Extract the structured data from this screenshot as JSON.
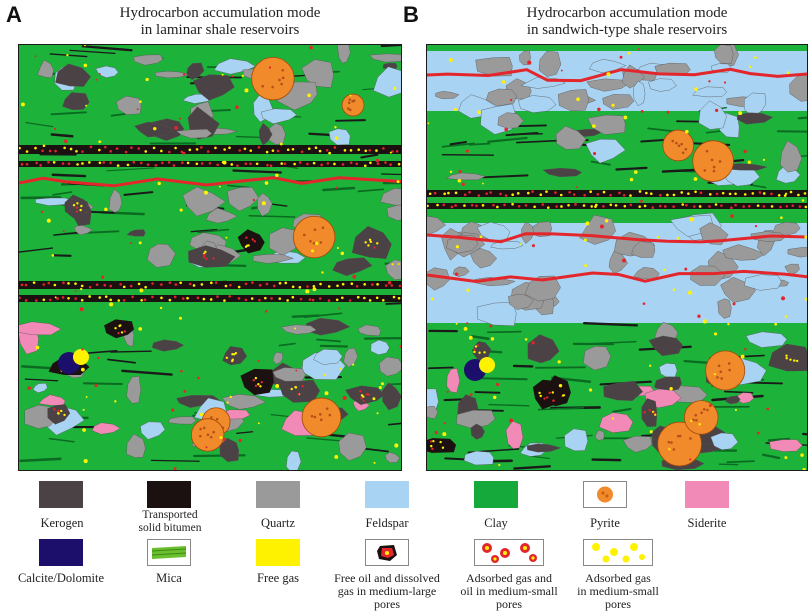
{
  "panels": [
    {
      "letter": "A",
      "title_line1": "Hydrocarbon accumulation mode",
      "title_line2": "in laminar shale reservoirs"
    },
    {
      "letter": "B",
      "title_line1": "Hydrocarbon accumulation mode",
      "title_line2": "in sandwich-type shale reservoirs"
    }
  ],
  "legend": [
    {
      "label": "Kerogen",
      "color": "#4a4244"
    },
    {
      "label": "Transported\nsolid bitumen",
      "color": "#1b1111"
    },
    {
      "label": "Quartz",
      "color": "#9a9a9a"
    },
    {
      "label": "Feldspar",
      "color": "#a9d3f2"
    },
    {
      "label": "Clay",
      "color": "#15a83a"
    },
    {
      "label": "Pyrite",
      "color": "#f08a2a"
    },
    {
      "label": "Siderite",
      "color": "#f28ab8"
    },
    {
      "label": "Calcite/Dolomite",
      "color": "#1c0f6b"
    },
    {
      "label": "Mica",
      "color": "#6bbf2e"
    },
    {
      "label": "Free gas",
      "color": "#fff200"
    },
    {
      "label": "Free oil and dissolved\ngas in medium-large\npores",
      "color": "#e3262c"
    },
    {
      "label": "Adsorbed gas and\noil in medium-small\npores",
      "color": "#e3262c"
    },
    {
      "label": "Adsorbed gas\nin medium-small\npores",
      "color": "#fff200"
    }
  ],
  "colors": {
    "clay": "#1db33a",
    "kerogen": "#4a4244",
    "bitumen": "#1b1111",
    "quartz": "#9a9a9a",
    "feldspar": "#a9d3f2",
    "pyrite": "#f08a2a",
    "siderite": "#f28ab8",
    "calcite": "#1c0f6b",
    "mica": "#6bbf2e",
    "free_gas": "#fff200",
    "oil": "#e3262c"
  }
}
